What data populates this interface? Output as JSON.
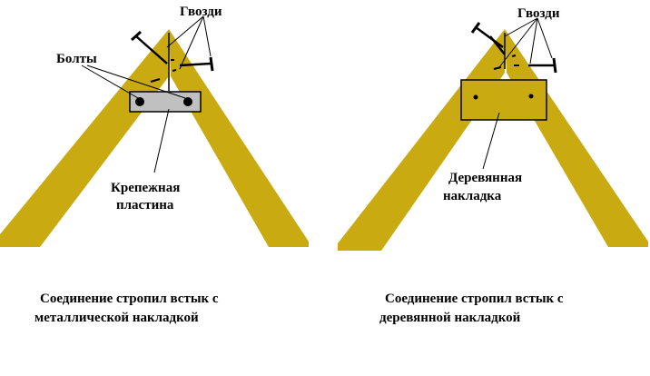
{
  "colors": {
    "rafter": "#c9aa10",
    "plate": "#c0c0c0",
    "line": "#000000",
    "background": "#ffffff"
  },
  "left": {
    "nails_label": "Гвозди",
    "bolts_label": "Болты",
    "plate_label_1": "Крепежная",
    "plate_label_2": "пластина",
    "caption_1": "Соединение стропил  встык с",
    "caption_2": "металлической накладкой"
  },
  "right": {
    "nails_label": "Гвозди",
    "pad_label_1": "Деревянная",
    "pad_label_2": "накладка",
    "caption_1": "Соединение стропил  встык с",
    "caption_2": "деревянной накладкой"
  }
}
